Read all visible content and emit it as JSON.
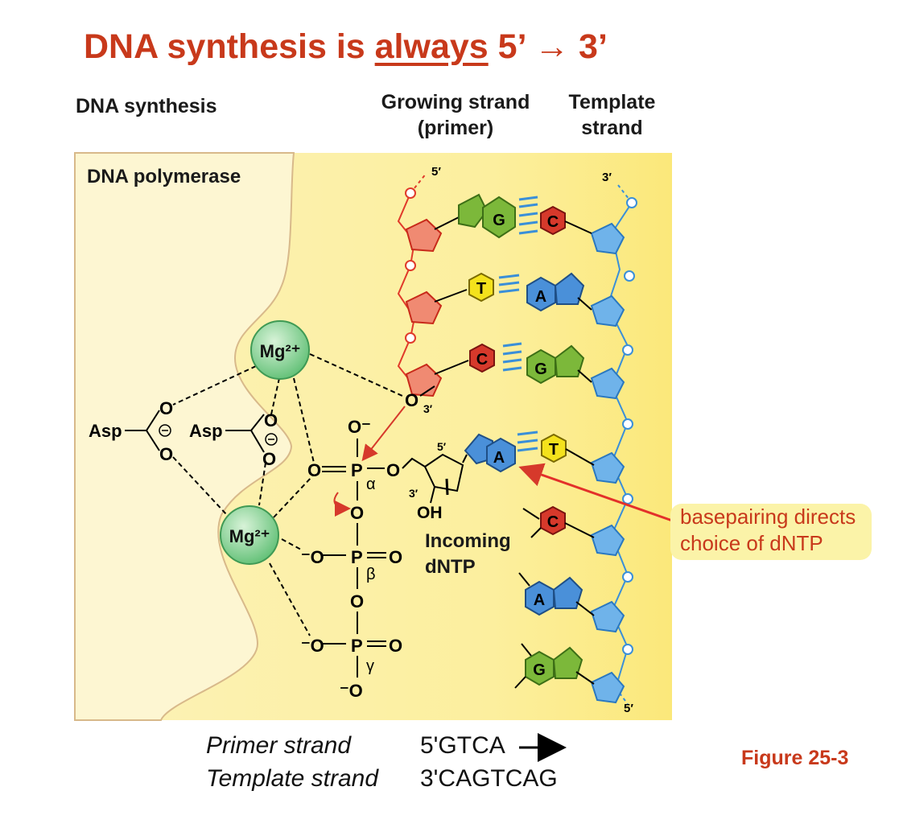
{
  "title": {
    "pre": "DNA synthesis is ",
    "emph": "always",
    "post": " 5’ → 3’"
  },
  "headers": {
    "dna_synthesis": "DNA synthesis",
    "growing_strand_l1": "Growing strand",
    "growing_strand_l2": "(primer)",
    "template_l1": "Template",
    "template_l2": "strand"
  },
  "enzyme_label": "DNA polymerase",
  "ions": {
    "mg_top": "Mg²⁺",
    "mg_bottom": "Mg²⁺"
  },
  "residues": {
    "asp_left": "Asp",
    "asp_right": "Asp"
  },
  "atoms": {
    "o": "O",
    "p": "P",
    "oh": "OH",
    "o_minus": "O⁻",
    "minus_o": "⁻O",
    "three_prime_o": "3′"
  },
  "phosphate_labels": {
    "alpha": "α",
    "beta": "β",
    "gamma": "γ"
  },
  "ends": {
    "five": "5′",
    "three": "3′"
  },
  "incoming": {
    "line1": "Incoming",
    "line2": "dNTP"
  },
  "bases": {
    "primer": [
      "G",
      "T",
      "C"
    ],
    "template_paired": [
      "C",
      "A",
      "G",
      "T"
    ],
    "incoming": "A",
    "template_unpaired": [
      "C",
      "A",
      "G"
    ]
  },
  "annotation": {
    "line1": "basepairing directs",
    "line2": "choice of dNTP"
  },
  "sequences": {
    "primer_label": "Primer strand",
    "primer_seq": "5'GTCA",
    "template_label": "Template strand",
    "template_seq": "3'CAGTCAG"
  },
  "figure_label": "Figure 25-3",
  "colors": {
    "title": "#c8391b",
    "panel": "#fbefad",
    "primer_strand": "#e03a2a",
    "template_strand": "#3a8fd8",
    "G": "#7cb83a",
    "C": "#d6392b",
    "T": "#f4e21c",
    "A": "#4a90d9",
    "mg": "#8fd19a"
  }
}
